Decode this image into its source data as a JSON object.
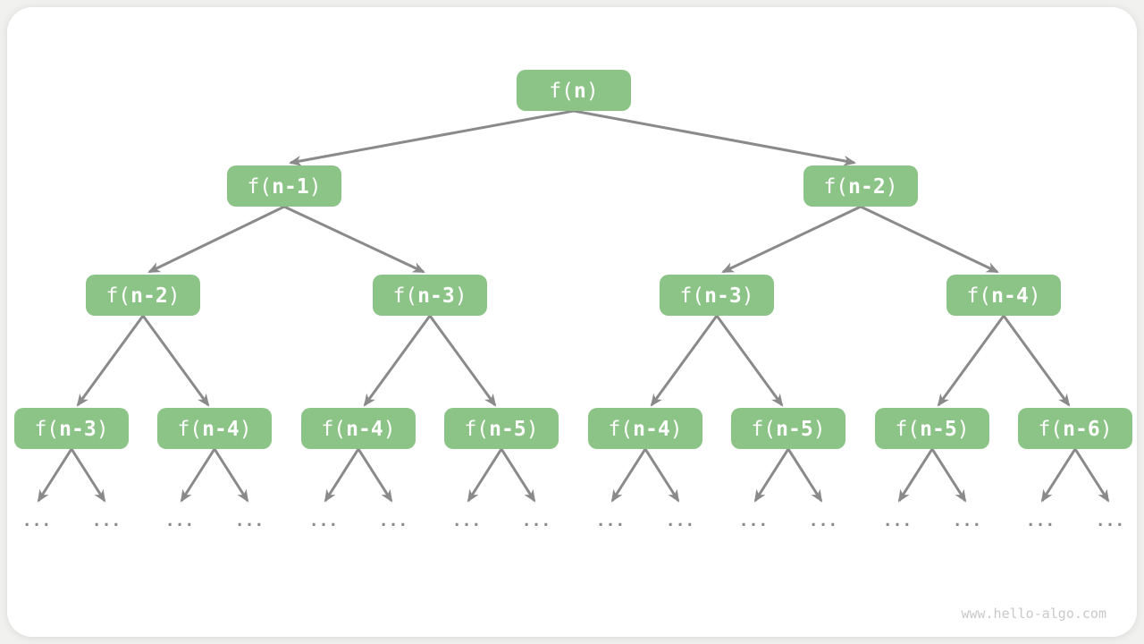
{
  "theme": {
    "page_bg": "#f1f1ef",
    "card_bg": "#ffffff",
    "node_fill": "#8cc487",
    "node_text": "#ffffff",
    "edge_color": "#8a8a8a",
    "watermark_color": "#c9c9c9"
  },
  "watermark": {
    "text": "www.hello-algo.com"
  },
  "diagram": {
    "type": "recursion-tree",
    "leaf_ellipsis": "...",
    "leaf_groups_count": 16,
    "leaf_arrows_per_level4_node": 2,
    "nodes": [
      {
        "level": 1,
        "label": "f(n)",
        "pre": "f(",
        "arg": "n",
        "suf": ")"
      },
      {
        "level": 2,
        "label": "f(n-1)",
        "pre": "f(",
        "arg": "n-1",
        "suf": ")"
      },
      {
        "level": 2,
        "label": "f(n-2)",
        "pre": "f(",
        "arg": "n-2",
        "suf": ")"
      },
      {
        "level": 3,
        "label": "f(n-2)",
        "pre": "f(",
        "arg": "n-2",
        "suf": ")"
      },
      {
        "level": 3,
        "label": "f(n-3)",
        "pre": "f(",
        "arg": "n-3",
        "suf": ")"
      },
      {
        "level": 3,
        "label": "f(n-3)",
        "pre": "f(",
        "arg": "n-3",
        "suf": ")"
      },
      {
        "level": 3,
        "label": "f(n-4)",
        "pre": "f(",
        "arg": "n-4",
        "suf": ")"
      },
      {
        "level": 4,
        "label": "f(n-3)",
        "pre": "f(",
        "arg": "n-3",
        "suf": ")"
      },
      {
        "level": 4,
        "label": "f(n-4)",
        "pre": "f(",
        "arg": "n-4",
        "suf": ")"
      },
      {
        "level": 4,
        "label": "f(n-4)",
        "pre": "f(",
        "arg": "n-4",
        "suf": ")"
      },
      {
        "level": 4,
        "label": "f(n-5)",
        "pre": "f(",
        "arg": "n-5",
        "suf": ")"
      },
      {
        "level": 4,
        "label": "f(n-4)",
        "pre": "f(",
        "arg": "n-4",
        "suf": ")"
      },
      {
        "level": 4,
        "label": "f(n-5)",
        "pre": "f(",
        "arg": "n-5",
        "suf": ")"
      },
      {
        "level": 4,
        "label": "f(n-5)",
        "pre": "f(",
        "arg": "n-5",
        "suf": ")"
      },
      {
        "level": 4,
        "label": "f(n-6)",
        "pre": "f(",
        "arg": "n-6",
        "suf": ")"
      }
    ],
    "edges_by_node_index": [
      [
        0,
        1
      ],
      [
        0,
        2
      ],
      [
        1,
        3
      ],
      [
        1,
        4
      ],
      [
        2,
        5
      ],
      [
        2,
        6
      ],
      [
        3,
        7
      ],
      [
        3,
        8
      ],
      [
        4,
        9
      ],
      [
        4,
        10
      ],
      [
        5,
        11
      ],
      [
        5,
        12
      ],
      [
        6,
        13
      ],
      [
        6,
        14
      ]
    ]
  }
}
